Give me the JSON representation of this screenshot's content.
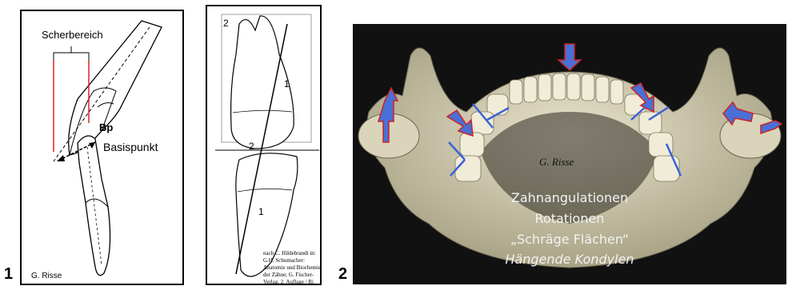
{
  "figure_numbers": [
    "1",
    "2"
  ],
  "panel_a": {
    "label_shear": "Scherbereich",
    "label_bp": "Bp",
    "label_base": "Basispunkt",
    "signature": "G. Risse"
  },
  "panel_b": {
    "marks": [
      "2",
      "1",
      "2",
      "1"
    ],
    "citation": "nach C. Hildebrandt in: G.H. Schumacher: Anatomie und Biochemie der Zähne; G. Fischer-Verlag, 2. Auflage / Ri"
  },
  "panel_c": {
    "signature": "G. Risse",
    "caption_lines": [
      "Zahnangulationen",
      "Rotationen",
      "„Schräge Flächen“",
      "Hängende Kondylen"
    ],
    "arrow_color": "#4a6fd6",
    "arrow_outline": "#cc2222",
    "line_color": "#3a63d8"
  }
}
